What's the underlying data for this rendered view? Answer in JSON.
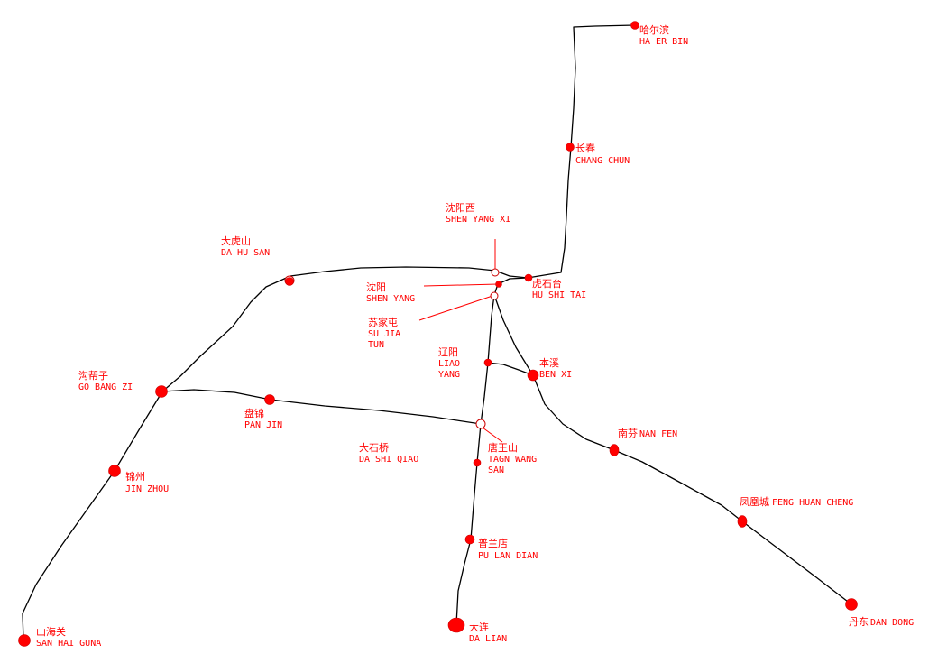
{
  "map": {
    "colors": {
      "rail_line": "#000000",
      "station": "#ff0000",
      "label": "#ff0000",
      "background": "#ffffff"
    },
    "stations": {
      "harbin": {
        "cn": "哈尔滨",
        "en": "HA ER BIN"
      },
      "changchun": {
        "cn": "长春",
        "en": "CHANG CHUN"
      },
      "shenyangxi": {
        "cn": "沈阳西",
        "en": "SHEN YANG XI"
      },
      "dahusan": {
        "cn": "大虎山",
        "en": "DA HU SAN"
      },
      "hushitai": {
        "cn": "虎石台",
        "en": "HU SHI TAI"
      },
      "shenyang": {
        "cn": "沈阳",
        "en": "SHEN YANG"
      },
      "sujiatun": {
        "cn": "苏家屯",
        "en": [
          "SU JIA",
          "TUN"
        ]
      },
      "liaoyang": {
        "cn": "辽阳",
        "en": [
          "LIAO",
          "YANG"
        ]
      },
      "benxi": {
        "cn": "本溪",
        "en": "BEN XI"
      },
      "goubangzi": {
        "cn": "沟帮子",
        "en": "GO BANG ZI"
      },
      "panjin": {
        "cn": "盘锦",
        "en": "PAN JIN"
      },
      "dashiqiao": {
        "cn": "大石桥",
        "en": "DA SHI QIAO"
      },
      "tangwangshan": {
        "cn": "唐王山",
        "en": [
          "TAGN WANG",
          "SAN"
        ]
      },
      "nanfen": {
        "cn": "南芬",
        "en": "NAN FEN"
      },
      "jinzhou": {
        "cn": "锦州",
        "en": "JIN ZHOU"
      },
      "fenghuangcheng": {
        "cn": "凤凰城",
        "en": "FENG HUAN CHENG"
      },
      "pulandian": {
        "cn": "普兰店",
        "en": "PU LAN DIAN"
      },
      "shanhaiguan": {
        "cn": "山海关",
        "en": "SAN HAI GUNA"
      },
      "dalian": {
        "cn": "大连",
        "en": "DA LIAN"
      },
      "dandong": {
        "cn": "丹东",
        "en": "DAN DONG"
      }
    }
  }
}
